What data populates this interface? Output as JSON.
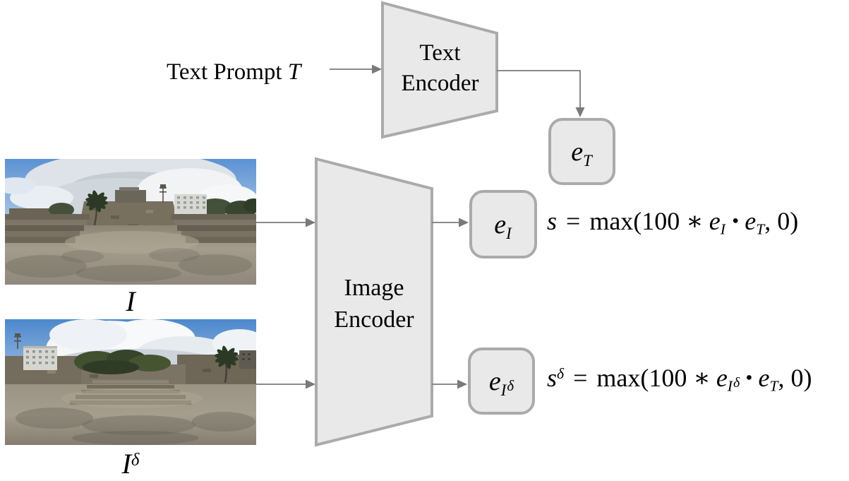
{
  "colors": {
    "node_fill": "#e9e9e9",
    "node_border": "#aaaaaa",
    "connector_gray": "#7a7a7a",
    "text_black": "#000000",
    "sky_blue": "#4c88cd",
    "cloud_white": "#f4f6f8",
    "stone_gray": "#78705f",
    "ground_tan": "#9a9385",
    "foliage_green": "#3c4a33"
  },
  "nodes": {
    "text_prompt": {
      "label": "Text Prompt ",
      "variable": "T"
    },
    "text_encoder": {
      "line1": "Text",
      "line2": "Encoder"
    },
    "image_encoder": {
      "line1": "Image",
      "line2": "Encoder"
    },
    "embedding_text": {
      "base": "e",
      "sub": "T",
      "sub_sup": ""
    },
    "embedding_image": {
      "base": "e",
      "sub": "I",
      "sub_sup": ""
    },
    "embedding_image_aug": {
      "base": "e",
      "sub": "I",
      "sub_sup": "δ"
    }
  },
  "images": {
    "original": {
      "label": "I",
      "sup": ""
    },
    "augmented": {
      "label": "I",
      "sup": "δ"
    }
  },
  "formulas": {
    "score": {
      "lhs": "s",
      "lhs_sup": "",
      "equals": "=",
      "open": "max(100 ∗",
      "e1": "e",
      "e1_sub": "I",
      "e1_sub_sup": "",
      "cdot": "⋅",
      "e2": "e",
      "e2_sub": "T",
      "close": ", 0)"
    },
    "score_aug": {
      "lhs": "s",
      "lhs_sup": "δ",
      "equals": "=",
      "open": "max(100 ∗",
      "e1": "e",
      "e1_sub": "I",
      "e1_sub_sup": "δ",
      "cdot": "⋅",
      "e2": "e",
      "e2_sub": "T",
      "close": ", 0)"
    }
  }
}
